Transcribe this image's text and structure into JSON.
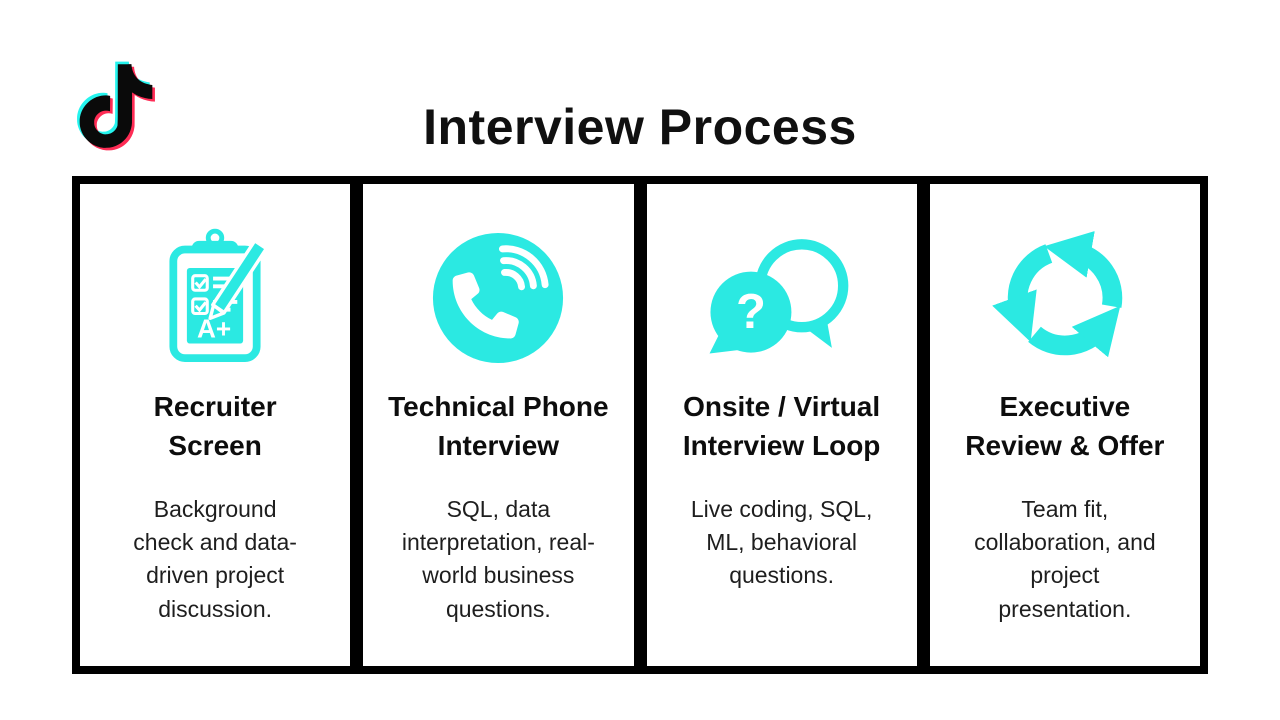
{
  "header": {
    "title": "Interview Process",
    "logo": {
      "name": "tiktok-logo"
    }
  },
  "colors": {
    "accent_cyan": "#2BE9E2",
    "logo_cyan": "#25F4EE",
    "logo_red": "#FE2C55",
    "logo_black": "#0A0A0A",
    "frame_border": "#000000",
    "card_bg": "#FFFFFF",
    "heading_text": "#0D0D0D",
    "body_text": "#1E1E1E",
    "page_bg": "#FFFFFF"
  },
  "cards": [
    {
      "icon": "clipboard-checklist-icon",
      "icon_text": "A+",
      "title": "Recruiter\nScreen",
      "description": "Background\ncheck and data-\ndriven project\ndiscussion."
    },
    {
      "icon": "phone-call-icon",
      "title": "Technical Phone\nInterview",
      "description": "SQL, data\ninterpretation, real-\nworld business\nquestions."
    },
    {
      "icon": "question-chat-bubbles-icon",
      "icon_text": "?",
      "title": "Onsite / Virtual\nInterview Loop",
      "description": "Live coding, SQL,\nML, behavioral\nquestions."
    },
    {
      "icon": "cycle-arrows-icon",
      "title": "Executive\nReview & Offer",
      "description": "Team fit,\ncollaboration, and\nproject\npresentation."
    }
  ]
}
